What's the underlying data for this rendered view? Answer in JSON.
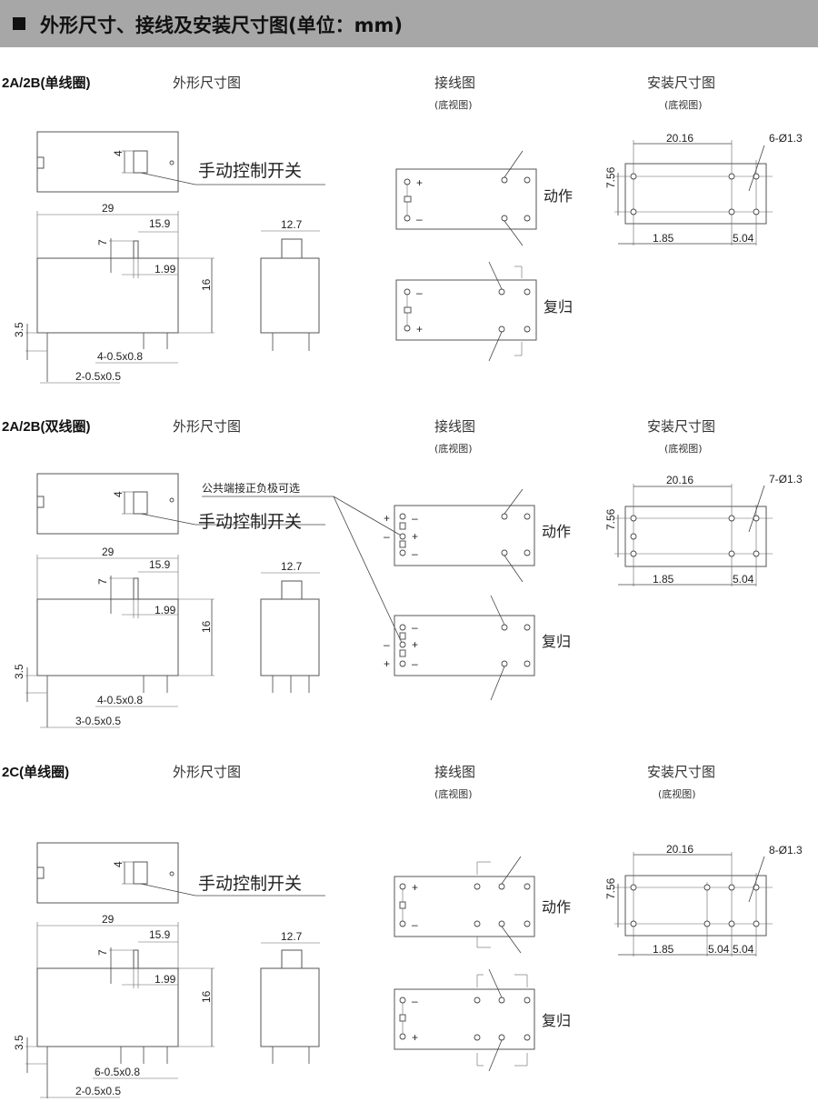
{
  "header": {
    "title": "外形尺寸、接线及安装尺寸图(单位：mm)"
  },
  "column_titles": {
    "outline": "外形尺寸图",
    "wiring": "接线图",
    "mounting": "安装尺寸图",
    "bottom_view": "(底视图)"
  },
  "labels": {
    "manual_switch": "手动控制开关",
    "action": "动作",
    "reset": "复归",
    "common_polarity_note": "公共端接正负极可选",
    "plus": "+",
    "minus": "–"
  },
  "sections": [
    {
      "title": "2A/2B(单线圈)",
      "dims": {
        "switch_height": "4",
        "width": "29",
        "switch_offset": "15.9",
        "switch_protrusion": "7",
        "switch_gap": "1.99",
        "height": "16",
        "pin_length": "3.5",
        "pin_spec_a": "4-0.5x0.8",
        "pin_spec_b": "2-0.5x0.5",
        "depth": "12.7"
      },
      "mount": {
        "span": "20.16",
        "holes": "6-Ø1.3",
        "row_pitch": "7.56",
        "offset": "1.85",
        "pitch_a": "5.04"
      }
    },
    {
      "title": "2A/2B(双线圈)",
      "dims": {
        "switch_height": "4",
        "width": "29",
        "switch_offset": "15.9",
        "switch_protrusion": "7",
        "switch_gap": "1.99",
        "height": "16",
        "pin_length": "3.5",
        "pin_spec_a": "4-0.5x0.8",
        "pin_spec_b": "3-0.5x0.5",
        "depth": "12.7"
      },
      "mount": {
        "span": "20.16",
        "holes": "7-Ø1.3",
        "row_pitch": "7.56",
        "offset": "1.85",
        "pitch_a": "5.04"
      }
    },
    {
      "title": "2C(单线圈)",
      "dims": {
        "switch_height": "4",
        "width": "29",
        "switch_offset": "15.9",
        "switch_protrusion": "7",
        "switch_gap": "1.99",
        "height": "16",
        "pin_length": "3.5",
        "pin_spec_a": "6-0.5x0.8",
        "pin_spec_b": "2-0.5x0.5",
        "depth": "12.7"
      },
      "mount": {
        "span": "20.16",
        "holes": "8-Ø1.3",
        "row_pitch": "7.56",
        "offset": "1.85",
        "pitch_a": "5.04",
        "pitch_b": "5.04"
      }
    }
  ]
}
